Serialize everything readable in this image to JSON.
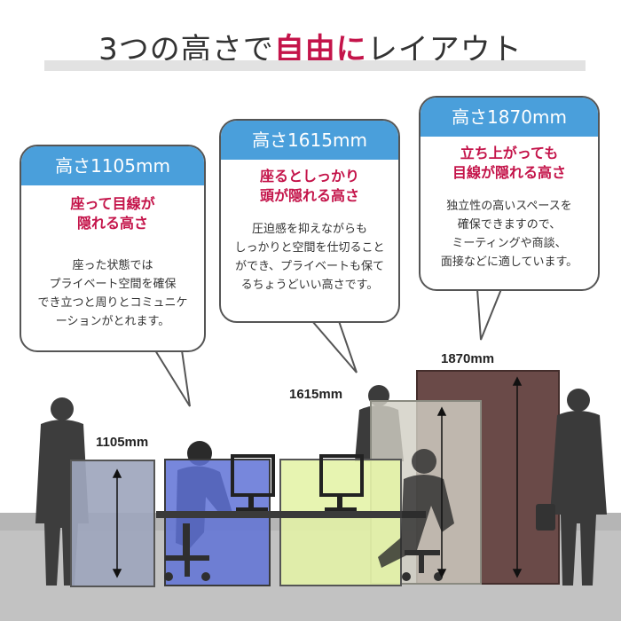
{
  "title": {
    "prefix": "3つの高さで",
    "accent": "自由に",
    "suffix": "レイアウト"
  },
  "colors": {
    "accent": "#c4144a",
    "header_blue": "#4a9fdb",
    "panel_gray": "#9ea6bd",
    "panel_blue": "#5f72d6",
    "panel_green": "#e4f2a6",
    "panel_beige": "#d2d0c4",
    "panel_brown": "#6a4a48"
  },
  "bubbles": [
    {
      "height_label": "高さ1105mm",
      "headline": [
        "座って目線が",
        "隠れる高さ"
      ],
      "body": [
        "座った状態では",
        "プライベート空間を確保",
        "でき立つと周りとコミュニケ",
        "ーションがとれます。"
      ]
    },
    {
      "height_label": "高さ1615mm",
      "headline": [
        "座るとしっかり",
        "頭が隠れる高さ"
      ],
      "body": [
        "圧迫感を抑えながらも",
        "しっかりと空間を仕切ること",
        "ができ、プライベートも保て",
        "るちょうどいい高さです。"
      ]
    },
    {
      "height_label": "高さ1870mm",
      "headline": [
        "立ち上がっても",
        "目線が隠れる高さ"
      ],
      "body": [
        "独立性の高いスペースを",
        "確保できますので、",
        "ミーティングや商談、",
        "面接などに適しています。"
      ]
    }
  ],
  "dimensions": {
    "low": "1105mm",
    "mid": "1615mm",
    "high": "1870mm"
  },
  "icons": [
    "person-silhouette-icon",
    "office-chair-icon",
    "monitor-icon",
    "briefcase-icon"
  ]
}
